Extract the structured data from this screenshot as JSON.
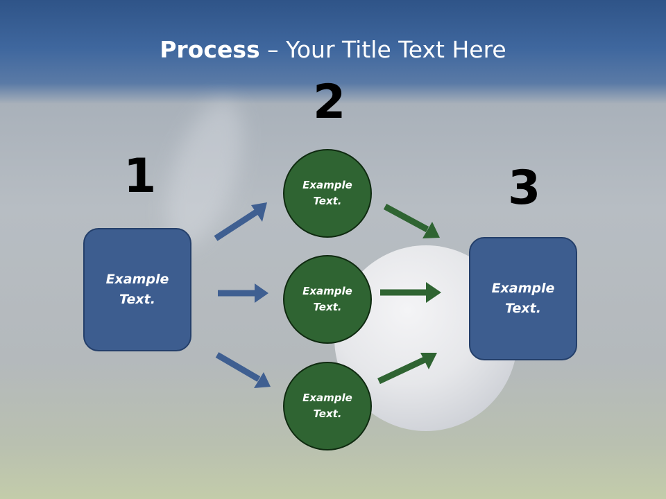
{
  "title": {
    "bold": "Process",
    "rest": " – Your Title Text Here"
  },
  "steps": [
    "1",
    "2",
    "3"
  ],
  "boxes": {
    "left": "Example Text.",
    "right": "Example Text."
  },
  "circles": [
    "Example Text.",
    "Example Text.",
    "Example Text."
  ],
  "colors": {
    "box": "#3d5d8f",
    "circle": "#2f6432",
    "blue_arrow": "#3f5f91",
    "green_arrow": "#2f6432"
  }
}
